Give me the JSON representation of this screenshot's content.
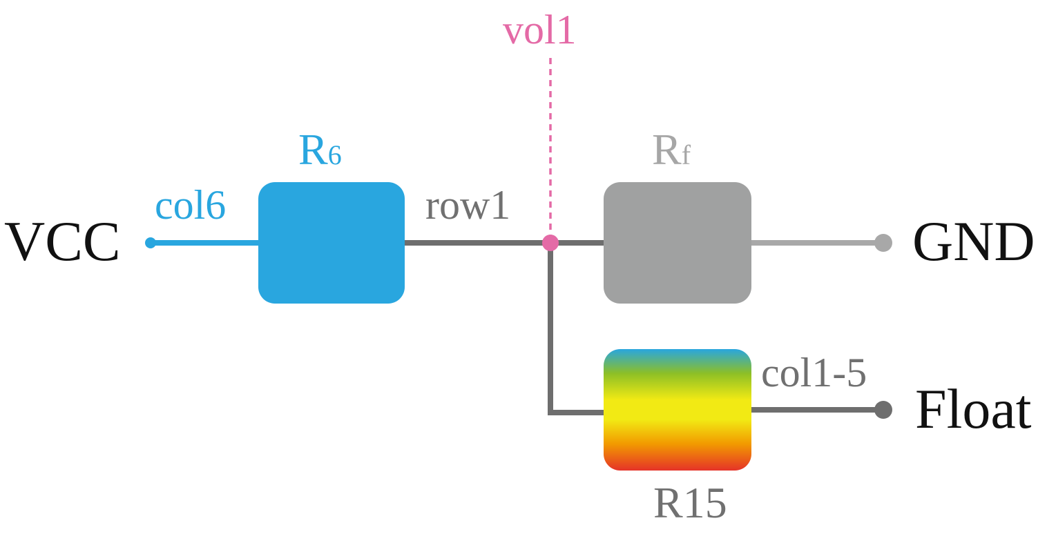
{
  "colors": {
    "blue": "#29a6df",
    "gray_dark": "#6e6e6e",
    "gray_box": "#a0a1a1",
    "gray_light": "#a8a8a8",
    "pink": "#e46aa6",
    "black": "#111111",
    "label_gray": "#707070",
    "rf_label": "#a6a6a6"
  },
  "terminals": {
    "vcc": "VCC",
    "gnd": "GND",
    "float": "Float"
  },
  "wires": {
    "col6": "col6",
    "row1": "row1",
    "col15": "col1-5",
    "vol1": "vol1"
  },
  "resistors": {
    "r6": {
      "main": "R",
      "sub": "6"
    },
    "rf": {
      "main": "R",
      "sub": "f"
    },
    "r15": "R15"
  },
  "gradient_colors": [
    "#29a6df",
    "#8dbf26",
    "#f2ea14",
    "#f29a00",
    "#e53328"
  ]
}
